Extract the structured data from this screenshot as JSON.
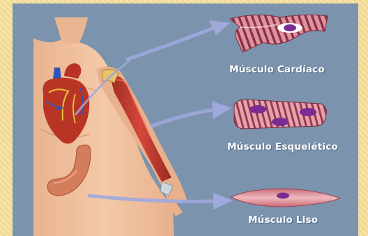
{
  "labels": {
    "cardiac": "Músculo Cardíaco",
    "skeletal": "Músculo Esquelético",
    "smooth": "Músculo Liso"
  },
  "colors": {
    "background_panel": "#7b93ad",
    "frame": "#f3dfa0",
    "arrow": "#9fa9dc",
    "muscle_pink": "#d98a96",
    "muscle_stripe": "#8e3146",
    "nucleus": "#7b2c93",
    "skin": "#f1c2a0",
    "heart": "#b43020",
    "stomach": "#d07a5e",
    "arm_muscle": "#c0392b"
  },
  "icons": [
    "torso-illustration",
    "heart-illustration",
    "arm-muscle-illustration",
    "stomach-illustration",
    "cardiac-cell-illustration",
    "skeletal-cell-illustration",
    "smooth-cell-illustration",
    "arrow-to-cardiac",
    "arrow-to-skeletal",
    "arrow-to-smooth"
  ]
}
